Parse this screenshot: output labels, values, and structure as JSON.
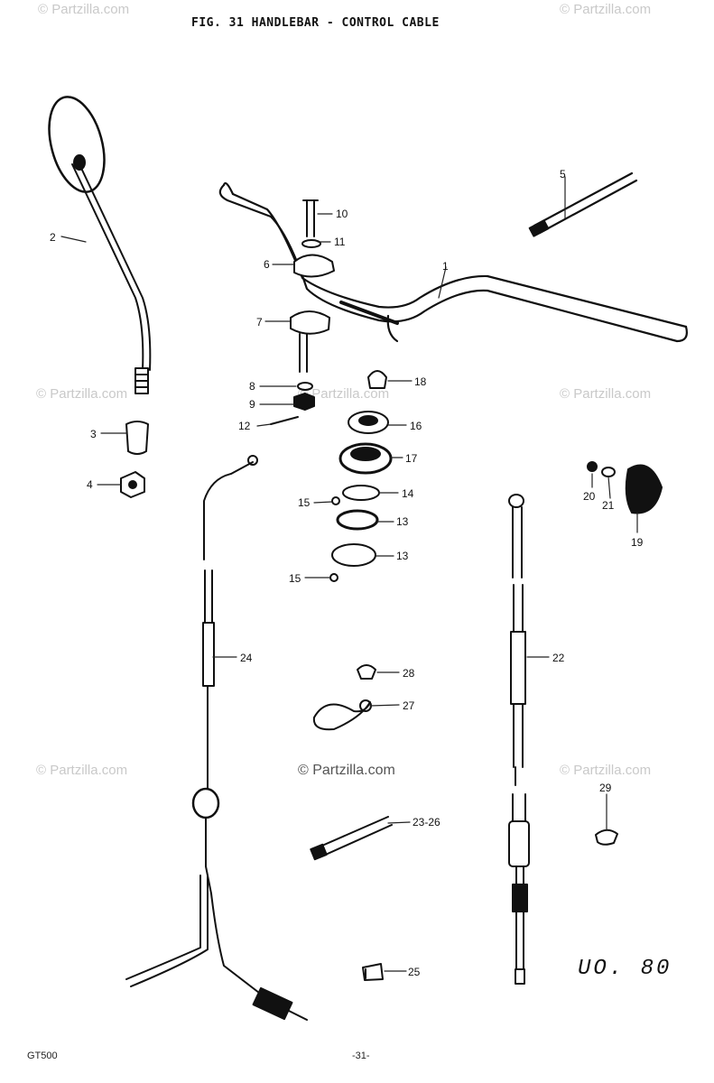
{
  "header": {
    "title": "FIG. 31  HANDLEBAR - CONTROL CABLE"
  },
  "watermarks": {
    "text": "© Partzilla.com",
    "center_text": "© Partzilla.com"
  },
  "footer": {
    "model": "GT500",
    "page": "-31-",
    "handwritten": "UO. 80"
  },
  "parts": {
    "p1": "1",
    "p2": "2",
    "p3": "3",
    "p4": "4",
    "p5": "5",
    "p6": "6",
    "p7": "7",
    "p8": "8",
    "p9": "9",
    "p10": "10",
    "p11": "11",
    "p12": "12",
    "p13a": "13",
    "p13b": "13",
    "p14": "14",
    "p15a": "15",
    "p15b": "15",
    "p16": "16",
    "p17": "17",
    "p18": "18",
    "p19": "19",
    "p20": "20",
    "p21": "21",
    "p22": "22",
    "p23_26": "23-26",
    "p24": "24",
    "p25": "25",
    "p27": "27",
    "p28": "28",
    "p29": "29"
  }
}
